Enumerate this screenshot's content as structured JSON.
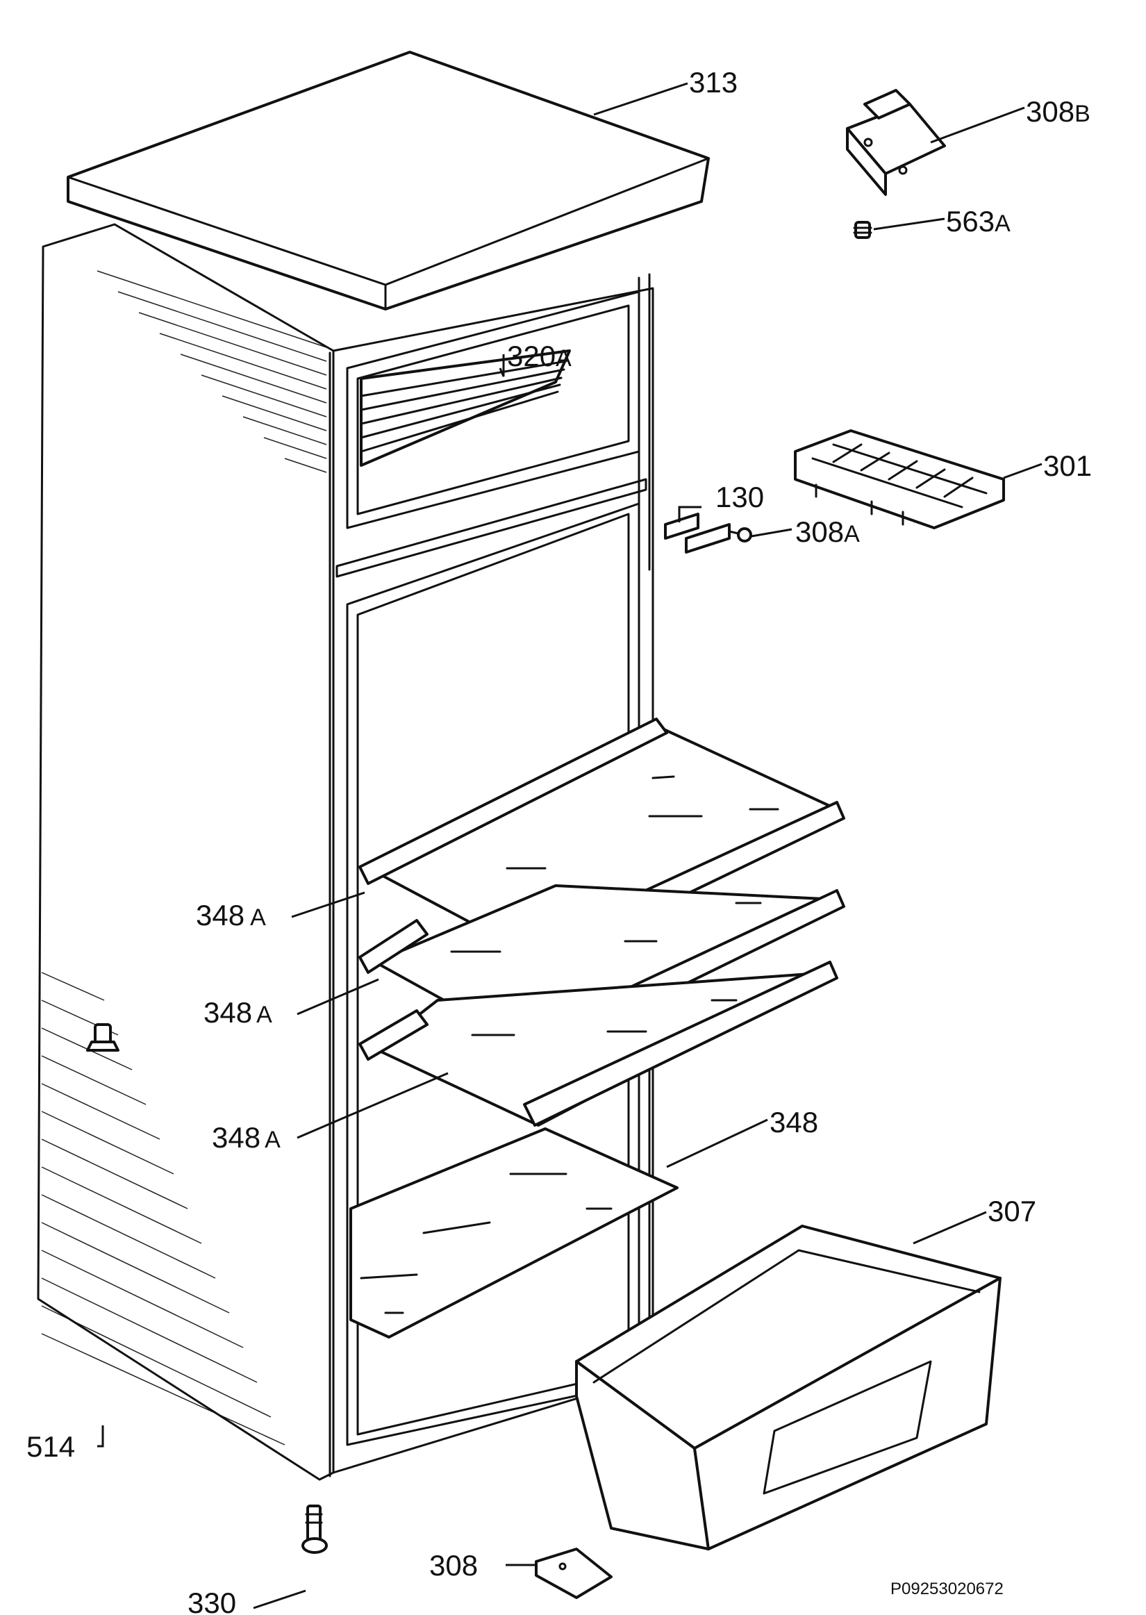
{
  "labels": {
    "p313": "313",
    "p308b": "308",
    "p308b_suffix": "B",
    "p563a": "563",
    "p563a_suffix": "A",
    "p320a": "320",
    "p320a_suffix": "A",
    "p301": "301",
    "p130": "130",
    "p308a": "308",
    "p308a_suffix": "A",
    "p348a_1": "348",
    "p348a_1_suffix": "A",
    "p348a_2": "348",
    "p348a_2_suffix": "A",
    "p348a_3": "348",
    "p348a_3_suffix": "A",
    "p348": "348",
    "p307": "307",
    "p514": "514",
    "p330": "330",
    "p308": "308"
  },
  "drawing_code": "P09253020672"
}
